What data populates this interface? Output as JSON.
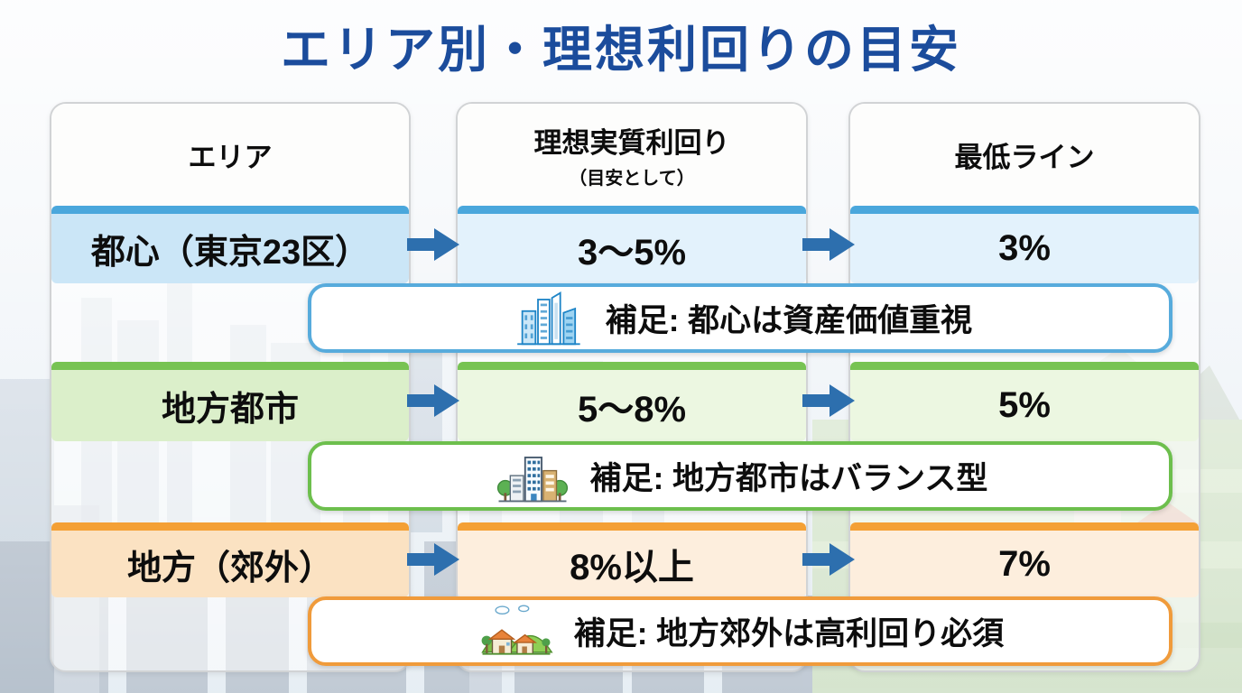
{
  "title": "エリア別・理想利回りの目安",
  "table": {
    "columns": [
      {
        "header": "エリア",
        "subheader": ""
      },
      {
        "header": "理想実質利回り",
        "subheader": "（目安として）"
      },
      {
        "header": "最低ライン",
        "subheader": ""
      }
    ],
    "rows": [
      {
        "area": "都心（東京23区）",
        "ideal_yield": "3〜5%",
        "minimum": "3%",
        "note": "補足: 都心は資産価値重視",
        "icon": "city-skyscrapers-icon",
        "theme": "blue"
      },
      {
        "area": "地方都市",
        "ideal_yield": "5〜8%",
        "minimum": "5%",
        "note": "補足: 地方都市はバランス型",
        "icon": "town-buildings-icon",
        "theme": "green"
      },
      {
        "area": "地方（郊外）",
        "ideal_yield": "8%以上",
        "minimum": "7%",
        "note": "補足: 地方郊外は高利回り必須",
        "icon": "countryside-houses-icon",
        "theme": "orange"
      }
    ]
  },
  "colors": {
    "title_text": "#1b4c9c",
    "arrow": "#2d6fae",
    "blue_strip": "#4aa7dc",
    "blue_fill_dark": "#cbe6f7",
    "blue_fill_light": "#e3f2fc",
    "blue_note_border": "#57abdc",
    "green_strip": "#77c353",
    "green_fill_dark": "#dbefca",
    "green_fill_light": "#ecf7e1",
    "green_note_border": "#6dbf4d",
    "orange_strip": "#f4a035",
    "orange_fill_dark": "#fbe2c2",
    "orange_fill_light": "#fdeedd",
    "orange_note_border": "#f09b3b"
  }
}
